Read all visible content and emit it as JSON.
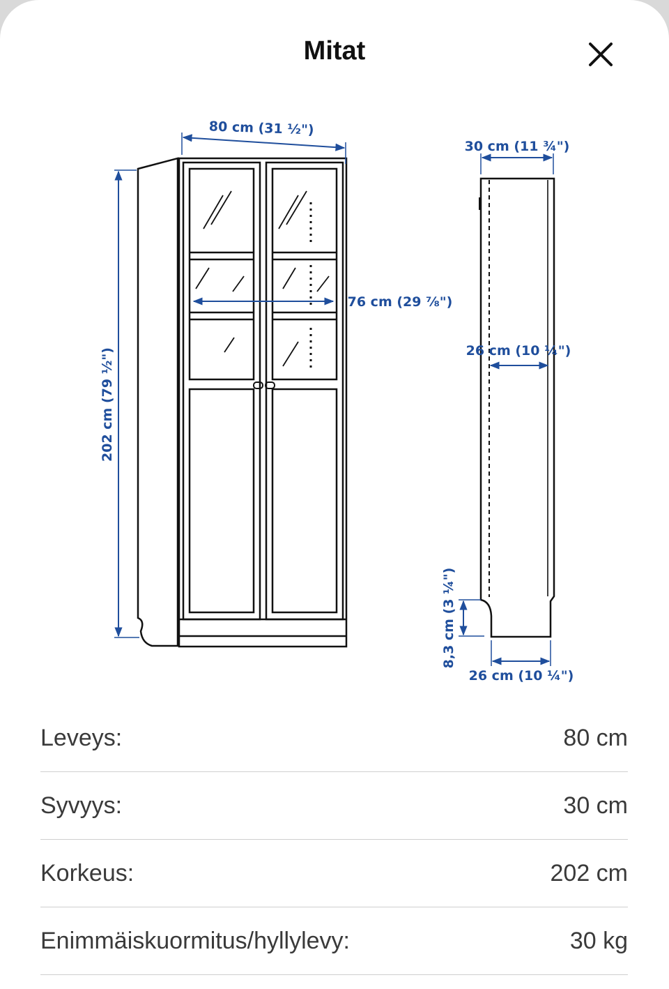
{
  "header": {
    "title": "Mitat",
    "close_icon": "close-icon"
  },
  "diagram": {
    "width_label": "80 cm (31 ½\")",
    "height_label": "202 cm (79 ½\")",
    "inner_width_label": "76 cm (29 ⅞\")",
    "depth_label": "30 cm (11 ¾\")",
    "inner_depth_label": "26 cm (10 ¼\")",
    "plinth_label": "8,3 cm (3 ¼\")",
    "base_depth_label": "26 cm (10 ¼\")",
    "dimension_color": "#1f4e9c"
  },
  "specs": [
    {
      "label": "Leveys:",
      "value": "80 cm"
    },
    {
      "label": "Syvyys:",
      "value": "30 cm"
    },
    {
      "label": "Korkeus:",
      "value": "202 cm"
    },
    {
      "label": "Enimmäiskuormitus/hyllylevy:",
      "value": "30 kg"
    }
  ]
}
